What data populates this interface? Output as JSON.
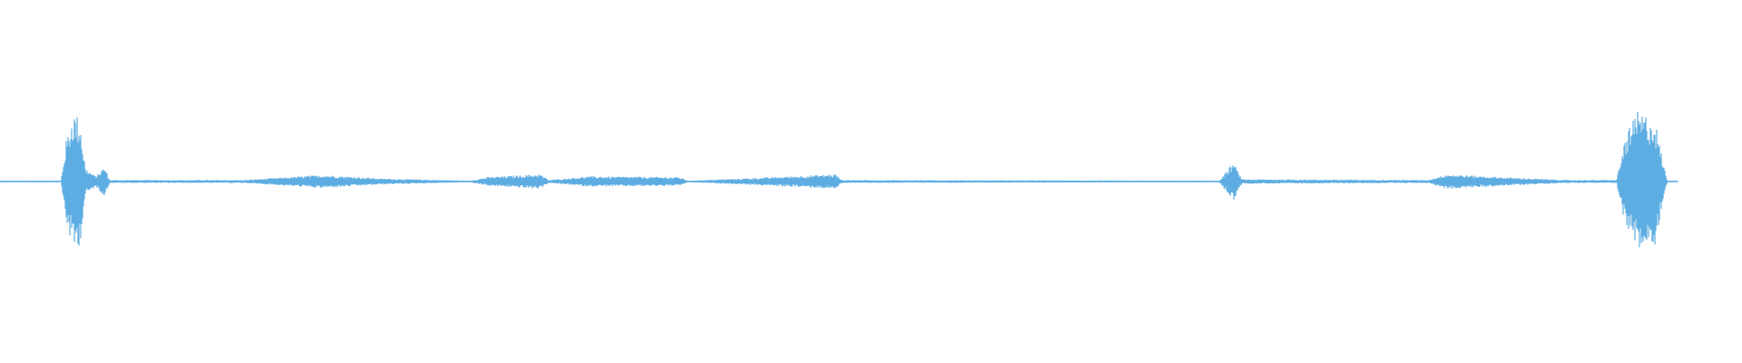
{
  "waveform": {
    "color": "#5dade2",
    "amplitude_envelope": [
      {
        "t": 0.0,
        "a": 0.01
      },
      {
        "t": 0.035,
        "a": 0.01
      },
      {
        "t": 0.038,
        "a": 0.55
      },
      {
        "t": 0.042,
        "a": 0.95
      },
      {
        "t": 0.046,
        "a": 0.85
      },
      {
        "t": 0.049,
        "a": 0.18
      },
      {
        "t": 0.055,
        "a": 0.07
      },
      {
        "t": 0.06,
        "a": 0.2
      },
      {
        "t": 0.063,
        "a": 0.02
      },
      {
        "t": 0.14,
        "a": 0.02
      },
      {
        "t": 0.185,
        "a": 0.09
      },
      {
        "t": 0.22,
        "a": 0.04
      },
      {
        "t": 0.27,
        "a": 0.01
      },
      {
        "t": 0.28,
        "a": 0.06
      },
      {
        "t": 0.31,
        "a": 0.1
      },
      {
        "t": 0.315,
        "a": 0.02
      },
      {
        "t": 0.338,
        "a": 0.07
      },
      {
        "t": 0.39,
        "a": 0.06
      },
      {
        "t": 0.395,
        "a": 0.01
      },
      {
        "t": 0.435,
        "a": 0.05
      },
      {
        "t": 0.48,
        "a": 0.1
      },
      {
        "t": 0.483,
        "a": 0.02
      },
      {
        "t": 0.7,
        "a": 0.01
      },
      {
        "t": 0.708,
        "a": 0.26
      },
      {
        "t": 0.713,
        "a": 0.03
      },
      {
        "t": 0.82,
        "a": 0.02
      },
      {
        "t": 0.83,
        "a": 0.1
      },
      {
        "t": 0.87,
        "a": 0.05
      },
      {
        "t": 0.9,
        "a": 0.02
      },
      {
        "t": 0.928,
        "a": 0.02
      },
      {
        "t": 0.933,
        "a": 0.6
      },
      {
        "t": 0.94,
        "a": 0.95
      },
      {
        "t": 0.95,
        "a": 0.85
      },
      {
        "t": 0.954,
        "a": 0.35
      },
      {
        "t": 0.957,
        "a": 0.01
      },
      {
        "t": 0.963,
        "a": 0.005
      }
    ]
  }
}
